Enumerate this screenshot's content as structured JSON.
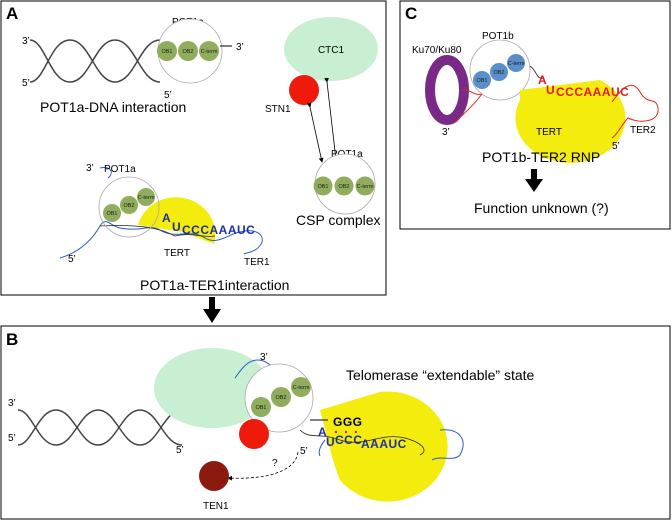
{
  "panels": {
    "A": {
      "letter": "A",
      "pot1a_top_label": "POT1a",
      "dna_3prime": "3’",
      "dna_5prime_left": "5’",
      "dna_5prime_right": "5’",
      "ob_3prime": "3’",
      "ob1": "OB1",
      "ob2": "OB2",
      "cterm": "C-term",
      "caption_dna": "POT1a-DNA interaction",
      "ctc1": "CTC1",
      "stn1": "STN1",
      "pot1a_csp_label": "POT1a",
      "caption_csp": "CSP complex",
      "pot1a_ter1_label": "POT1a",
      "ter1_3prime": "3’",
      "ter1_5prime": "5’",
      "ter1": "TER1",
      "tert": "TERT",
      "seq_a": "A",
      "seq_u": "U",
      "seq_rest": "CCCAAAUC",
      "caption_ter1": "POT1a-TER1interaction"
    },
    "B": {
      "letter": "B",
      "dna_3prime": "3’",
      "dna_5prime_left": "5’",
      "dna_5prime_right": "5’",
      "top_3prime": "3’",
      "mid_5prime": "5’",
      "ob1": "OB1",
      "ob2": "OB2",
      "cterm": "C-term",
      "state_label": "Telomerase “extendable” state",
      "ggg": "GGG",
      "seq_a": "A",
      "seq_u": "U",
      "seq_ccc": "CCC",
      "seq_rest": "AAAUC",
      "question": "?",
      "ten1": "TEN1"
    },
    "C": {
      "letter": "C",
      "ku": "Ku70/Ku80",
      "pot1b": "POT1b",
      "ob1": "OB1",
      "ob2": "OB2",
      "cterm": "C-term",
      "seq_a": "A",
      "seq_u": "U",
      "seq_rest": "CCCAAAUC",
      "tert": "TERT",
      "ter2": "TER2",
      "three_prime": "3’",
      "five_prime": "5’",
      "caption": "POT1b-TER2 RNP",
      "function": "Function unknown (?)"
    }
  },
  "colors": {
    "ob_green": "#8fad5c",
    "ob_blue": "#5b8fc9",
    "ctc1": "#c9efd2",
    "stn1": "#ee1a0c",
    "ten1": "#8b1a10",
    "tert": "#f4ec0c",
    "ku": "#7a2a86",
    "seq_blue": "#1c2fa8",
    "seq_red": "#e41b12",
    "rna_blue": "#2a5cc8",
    "rna_red": "#e0281a"
  }
}
